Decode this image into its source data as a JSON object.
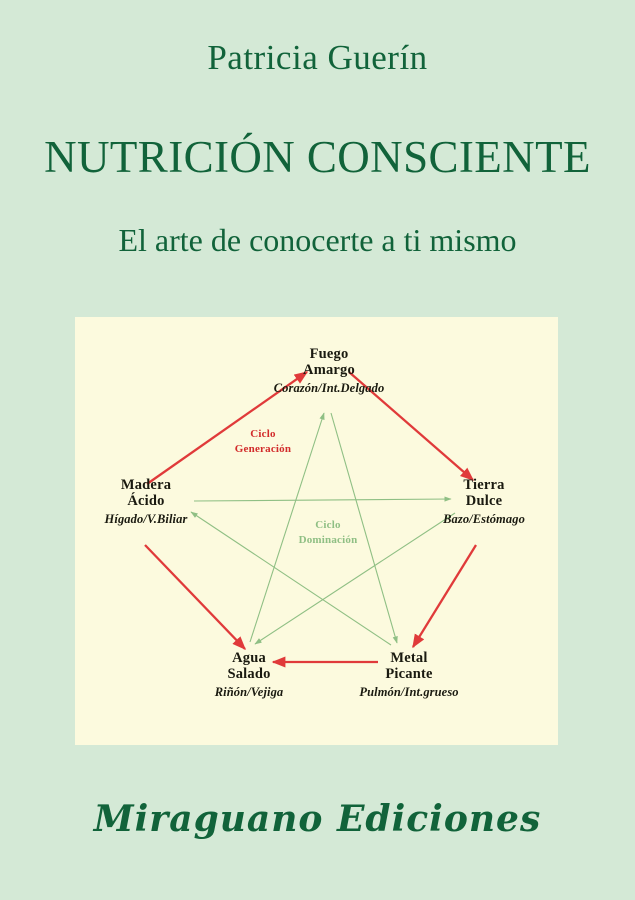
{
  "cover": {
    "author": "Patricia Guerín",
    "title": "NUTRICIÓN CONSCIENTE",
    "subtitle": "El arte de conocerte a ti mismo",
    "publisher": "Miraguano Ediciones",
    "background_color": "#d4e9d6",
    "text_color": "#11633a",
    "panel_color": "#fcfade"
  },
  "diagram": {
    "generation_cycle_color": "#e03a3a",
    "domination_cycle_color": "#8fbf84",
    "labels": {
      "generation": {
        "line1": "Ciclo",
        "line2": "Generación"
      },
      "domination": {
        "line1": "Ciclo",
        "line2": "Dominación"
      }
    },
    "nodes": [
      {
        "id": "fuego",
        "element": "Fuego",
        "flavor": "Amargo",
        "organs": "Corazón/Int.Delgado"
      },
      {
        "id": "tierra",
        "element": "Tierra",
        "flavor": "Dulce",
        "organs": "Bazo/Estómago"
      },
      {
        "id": "metal",
        "element": "Metal",
        "flavor": "Picante",
        "organs": "Pulmón/Int.grueso"
      },
      {
        "id": "agua",
        "element": "Agua",
        "flavor": "Salado",
        "organs": "Riñón/Vejiga"
      },
      {
        "id": "madera",
        "element": "Madera",
        "flavor": "Ácido",
        "organs": "Hígado/V.Biliar"
      }
    ],
    "generation_edges": [
      {
        "from": "madera",
        "to": "fuego"
      },
      {
        "from": "fuego",
        "to": "tierra"
      },
      {
        "from": "tierra",
        "to": "metal"
      },
      {
        "from": "metal",
        "to": "agua"
      },
      {
        "from": "agua",
        "to": "madera"
      }
    ],
    "domination_edges": [
      {
        "from": "madera",
        "to": "tierra"
      },
      {
        "from": "tierra",
        "to": "agua"
      },
      {
        "from": "agua",
        "to": "fuego"
      },
      {
        "from": "fuego",
        "to": "metal"
      },
      {
        "from": "metal",
        "to": "madera"
      }
    ]
  }
}
